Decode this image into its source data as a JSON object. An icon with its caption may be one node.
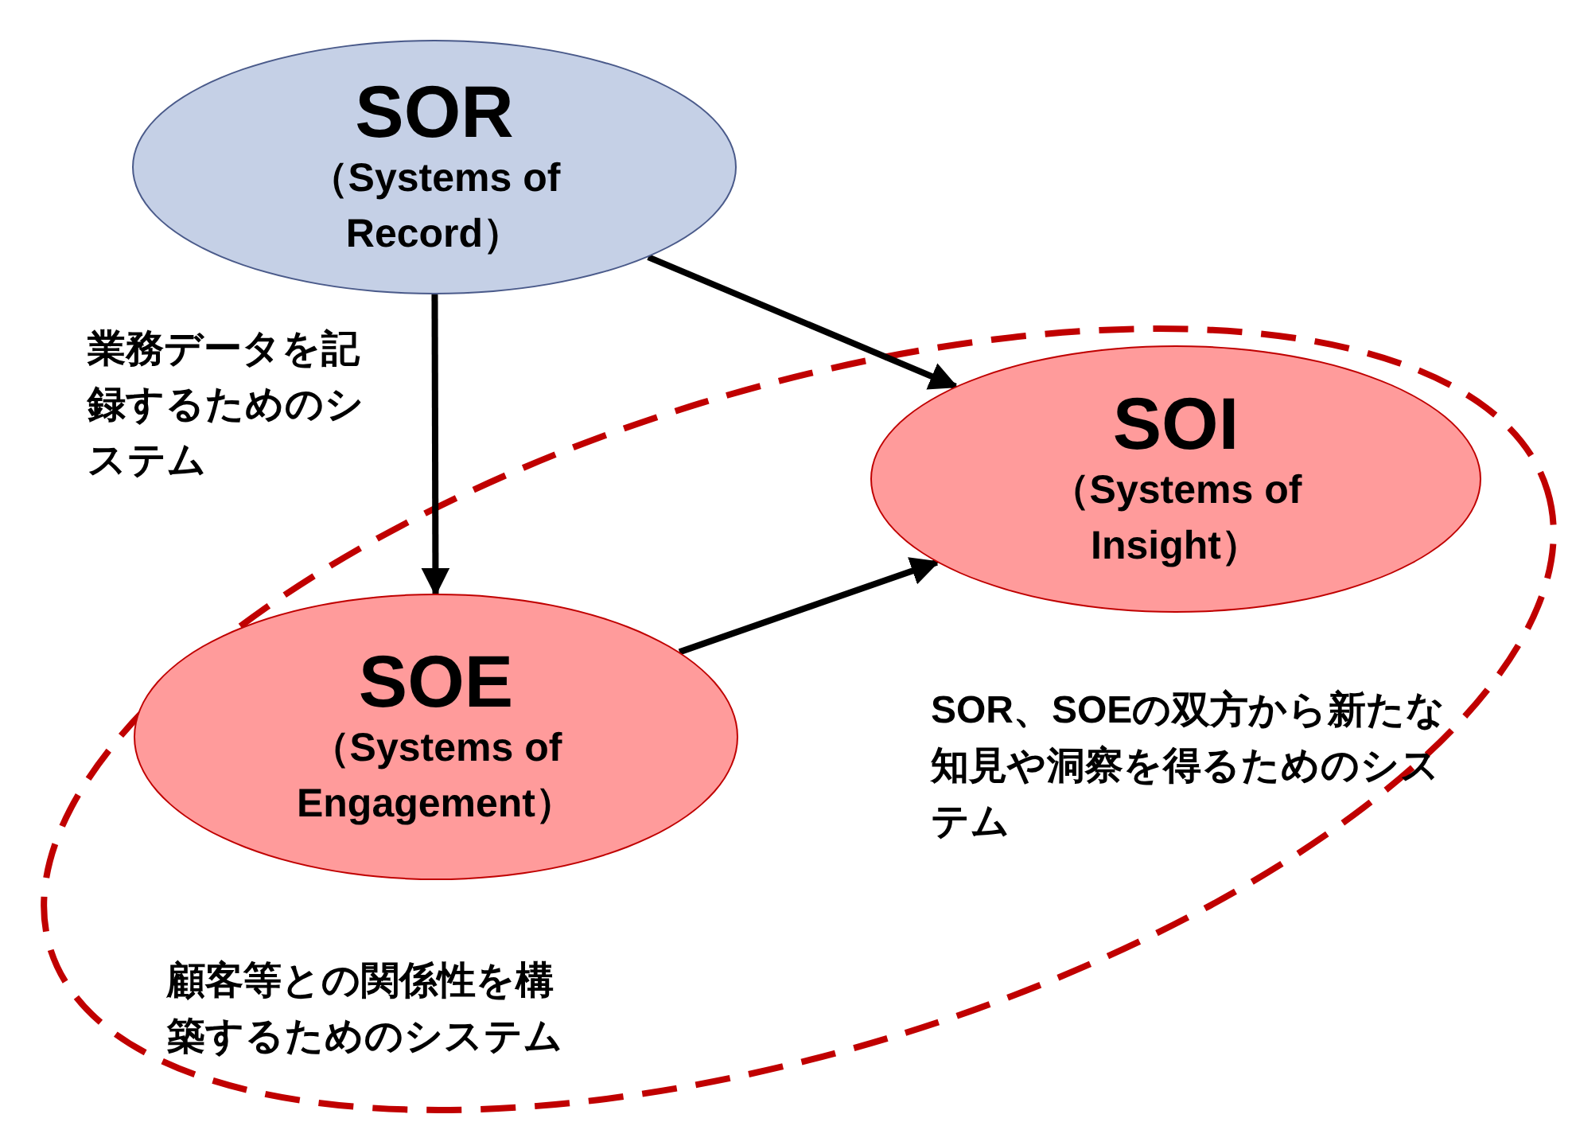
{
  "diagram": {
    "nodes": [
      {
        "text": [
          "SOR",
          "（Systems of Record）"
        ],
        "beside": [
          "業務データを記録するためのシステム"
        ]
      },
      {
        "text": [
          "SOE",
          "（Systems of Engagement）"
        ],
        "beside": [
          "顧客等との関係性を構築するためのシステム"
        ]
      },
      {
        "text": [
          "SOI",
          "（Systems of Insight）"
        ],
        "beside": [
          "SOR、SOEの双方から新たな知見や洞察を得るためのシステム"
        ]
      }
    ],
    "edges": [
      {
        "from": 0,
        "to": 2,
        "arrow": "to"
      },
      {
        "from": 0,
        "to": 1,
        "arrow": "to"
      },
      {
        "from": 1,
        "to": 2,
        "arrow": "to"
      }
    ]
  }
}
